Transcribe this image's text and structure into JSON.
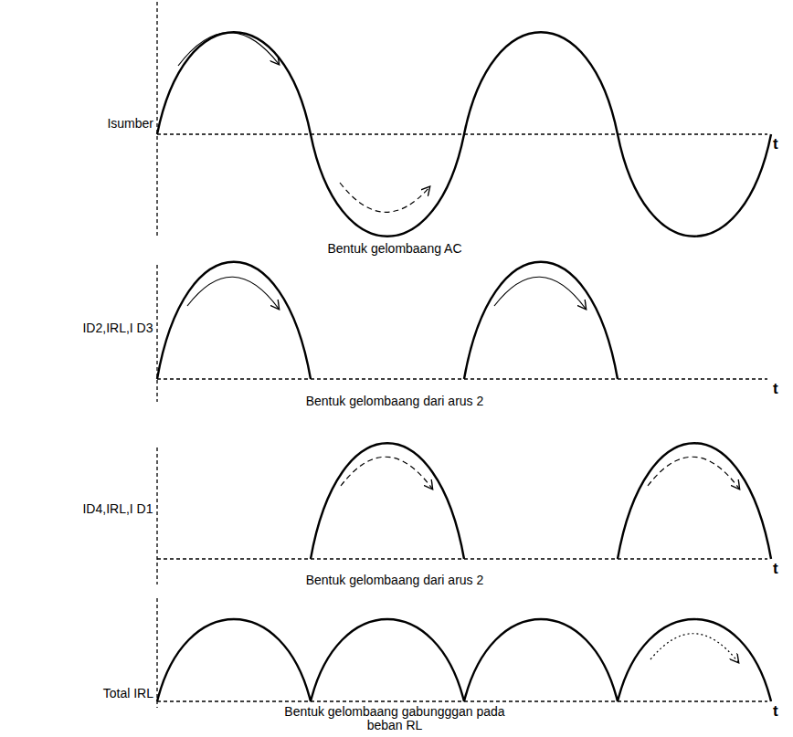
{
  "diagram": {
    "labels": [
      "Isumber",
      "t",
      "Bentuk gelombaang AC",
      "ID2,IRL,I D3",
      "t",
      "Bentuk gelombaang dari arus 2",
      "ID4,IRL,I D1",
      "t",
      "Bentuk gelombaang dari arus 2",
      "Total IRL",
      "t",
      "Bentuk gelombaang gabungggan pada beban RL"
    ]
  }
}
